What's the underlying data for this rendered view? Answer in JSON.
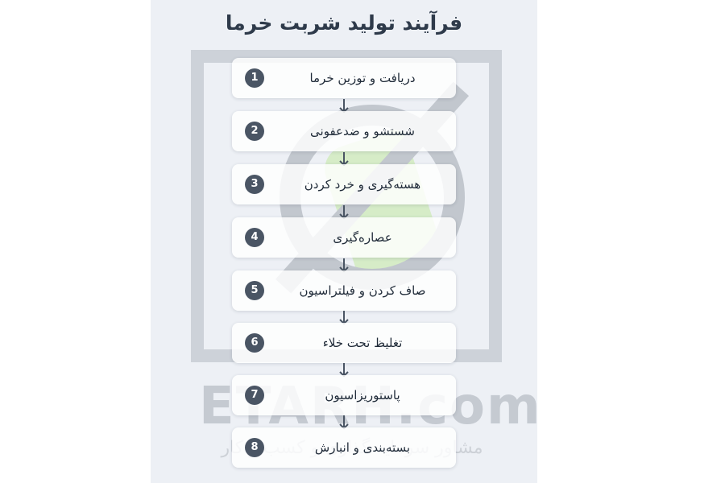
{
  "diagram": {
    "title": "فرآیند تولید شربت خرما",
    "steps": [
      {
        "number": "1",
        "label": "دریافت و توزین خرما"
      },
      {
        "number": "2",
        "label": "شستشو و ضدعفونی"
      },
      {
        "number": "3",
        "label": "هسته‌گیری و خرد کردن"
      },
      {
        "number": "4",
        "label": "عصاره‌گیری"
      },
      {
        "number": "5",
        "label": "صاف کردن و فیلتراسیون"
      },
      {
        "number": "6",
        "label": "تغلیظ تحت خلاء"
      },
      {
        "number": "7",
        "label": "پاستوریزاسیون"
      },
      {
        "number": "8",
        "label": "بسته‌بندی و انبارش"
      }
    ],
    "connector_icon": "arrow-down-icon"
  },
  "watermark": {
    "brand": "ETARH.com",
    "tagline": "مشاور سرمایه گذاری و کسب و کار"
  },
  "colors": {
    "background": "#edf0f5",
    "badge": "#4a5564",
    "text": "#1f2a38",
    "arrow": "#4a5564"
  }
}
